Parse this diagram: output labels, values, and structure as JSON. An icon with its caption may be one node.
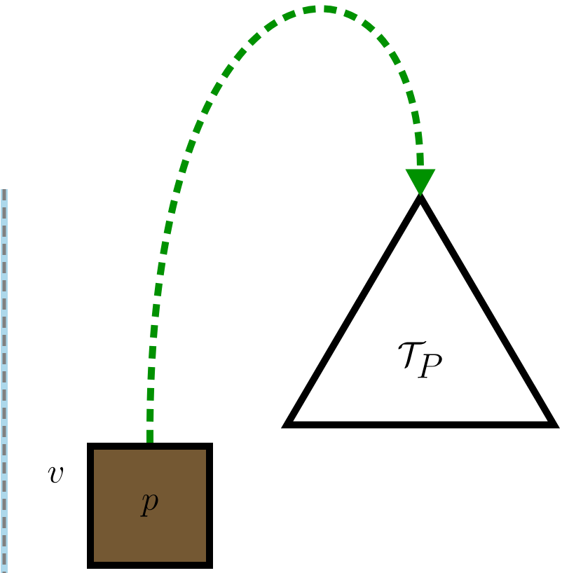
{
  "diagram": {
    "nodes": [
      {
        "text": [
          "p"
        ],
        "beside": [
          "v"
        ]
      },
      {
        "text": [
          "\\mathcal{T}_P"
        ]
      }
    ],
    "edges": [
      {
        "from": 0,
        "to": 1,
        "arrow": "to",
        "style": "dashed",
        "color": "#009100"
      }
    ]
  }
}
